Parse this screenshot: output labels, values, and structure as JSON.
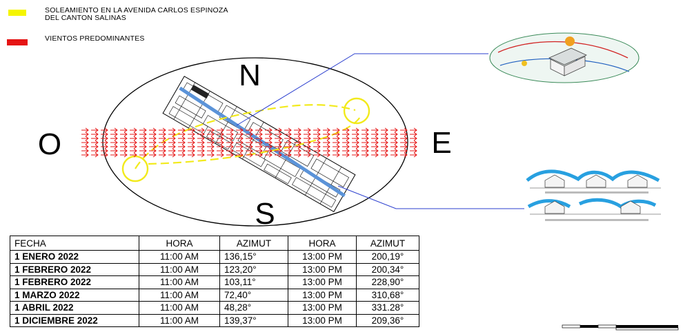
{
  "legend": {
    "sun_line1": "SOLEAMIENTO EN LA AVENIDA CARLOS ESPINOZA",
    "sun_line2": "DEL CANTON SALINAS",
    "sun_color": "#f5f500",
    "wind_label": "VIENTOS PREDOMINANTES",
    "wind_color": "#e51414"
  },
  "compass": {
    "north": "N",
    "south": "S",
    "west": "O",
    "east": "E"
  },
  "colors": {
    "sun_path": "#f2ea1c",
    "wind_arrow": "#e51414",
    "avenue": "#5b93d8",
    "leader": "#2b3fcf"
  },
  "table": {
    "headers": [
      "FECHA",
      "HORA",
      "AZIMUT",
      "HORA",
      "AZIMUT"
    ],
    "rows": [
      {
        "fecha": "1 ENERO 2022",
        "hora1": "11:00 AM",
        "az1": "136,15°",
        "hora2": "13:00 PM",
        "az2": "200,19°"
      },
      {
        "fecha": "1 FEBRERO 2022",
        "hora1": "11:00 AM",
        "az1": "123,20°",
        "hora2": "13:00 PM",
        "az2": "200,34°"
      },
      {
        "fecha": "1 FEBRERO 2022",
        "hora1": "11:00 AM",
        "az1": "103,11°",
        "hora2": "13:00 PM",
        "az2": "228,90°"
      },
      {
        "fecha": "1 MARZO 2022",
        "hora1": "11:00 AM",
        "az1": "72,40°",
        "hora2": "13:00 PM",
        "az2": "310,68°"
      },
      {
        "fecha": "1 ABRIL 2022",
        "hora1": "11:00 AM",
        "az1": "48,28°",
        "hora2": "13:00 PM",
        "az2": "331.28°"
      },
      {
        "fecha": "1 DICIEMBRE 2022",
        "hora1": "11:00 AM",
        "az1": "139,37°",
        "hora2": "13:00 PM",
        "az2": "209,36°"
      }
    ]
  },
  "thumbnails": {
    "sun_house": {
      "icons": [
        "sun-icon",
        "house-icon"
      ]
    },
    "airflow": {
      "icons": [
        "house-icon",
        "wind-flow-icon"
      ]
    }
  }
}
